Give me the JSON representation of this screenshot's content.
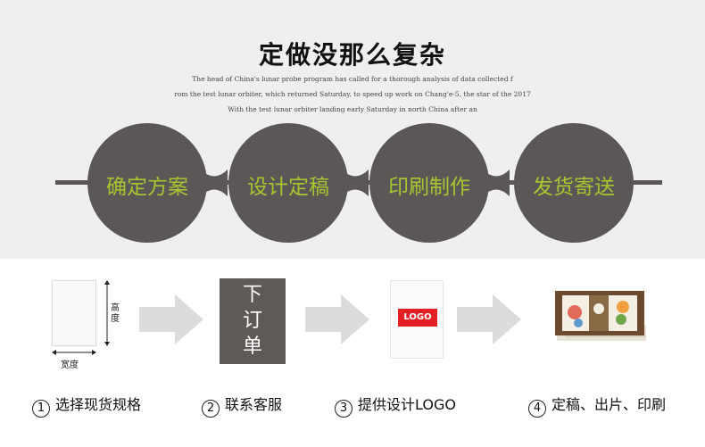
{
  "header": {
    "title": "定做没那么复杂",
    "subtitle_lines": [
      "The head of China's lunar probe program has called for a thorough analysis of data collected f",
      "rom the test lunar orbiter, which returned Saturday, to speed up work on Chang'e-5, the star of the 2017",
      "With the test lunar orbiter landing early Saturday in north China after an"
    ]
  },
  "process": {
    "circles": [
      {
        "label": "确定方案"
      },
      {
        "label": "设计定稿"
      },
      {
        "label": "印刷制作"
      },
      {
        "label": "发货寄送"
      }
    ]
  },
  "steps": {
    "paper": {
      "height_label": "高度",
      "width_label": "宽度"
    },
    "order": {
      "text": "下订单"
    },
    "logo": {
      "text": "LOGO"
    },
    "labels": [
      {
        "num": "1",
        "text": "选择现货规格"
      },
      {
        "num": "2",
        "text": "联系客服"
      },
      {
        "num": "3",
        "text": "提供设计LOGO"
      },
      {
        "num": "4",
        "text": "定稿、出片、印刷"
      }
    ]
  },
  "colors": {
    "top_bg": "#efefef",
    "circle": "#5a5756",
    "accent_green": "#a8c530",
    "logo_red": "#e31e24",
    "arrow": "#dcdcdc"
  }
}
